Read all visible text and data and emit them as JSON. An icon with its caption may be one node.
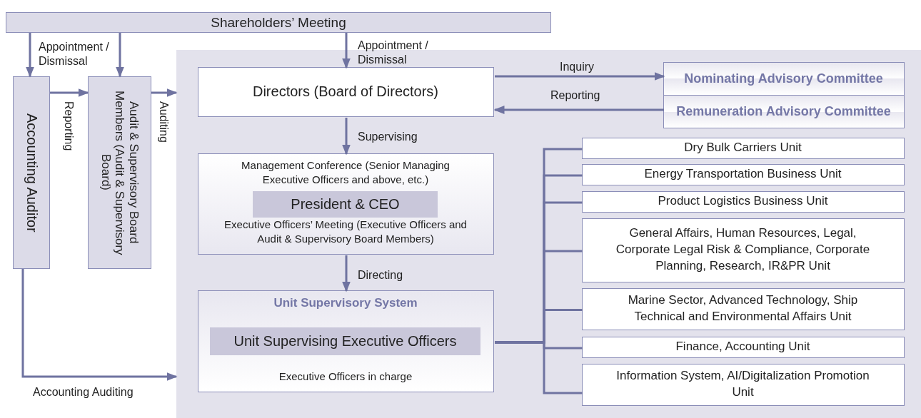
{
  "diagram": {
    "nodes": [
      {
        "text": [
          "Shareholders’ Meeting"
        ]
      },
      {
        "text": [],
        "shape": "box"
      },
      {
        "text": [
          "Accounting Auditor"
        ]
      },
      {
        "text": [
          "Audit & Supervisory Board Members (Audit & Supervisory Board)"
        ]
      },
      {
        "text": [
          "Directors (Board of Directors)"
        ],
        "in": 1
      },
      {
        "text": [
          "Nominating Advisory Committee"
        ],
        "in": 1
      },
      {
        "text": [
          "Remuneration Advisory Committee"
        ],
        "in": 1
      },
      {
        "text": [
          "Management Conference (Senior Managing Executive Officers and above, etc.)",
          "Executive Officers’ Meeting (Executive Officers and Audit & Supervisory Board Members)"
        ],
        "in": 1
      },
      {
        "text": [
          "President & CEO"
        ],
        "in": 7
      },
      {
        "text": [
          "Unit Supervisory System",
          "Executive Officers in charge"
        ],
        "in": 1
      },
      {
        "text": [
          "Unit Supervising Executive Officers"
        ],
        "in": 9
      },
      {
        "text": [
          "Dry Bulk Carriers Unit"
        ],
        "in": 1
      },
      {
        "text": [
          "Energy Transportation Business Unit"
        ],
        "in": 1
      },
      {
        "text": [
          "Product Logistics Business Unit"
        ],
        "in": 1
      },
      {
        "text": [
          "General Affairs, Human Resources, Legal, Corporate Legal Risk & Compliance, Corporate Planning, Research, IR&PR Unit"
        ],
        "in": 1
      },
      {
        "text": [
          "Marine Sector, Advanced Technology, Ship Technical and Environmental Affairs Unit"
        ],
        "in": 1
      },
      {
        "text": [
          "Finance, Accounting Unit"
        ],
        "in": 1
      },
      {
        "text": [
          "Information System, AI/Digitalization Promotion Unit"
        ],
        "in": 1
      }
    ],
    "edges": [
      {
        "from": 0,
        "to": 2,
        "arrow": "to",
        "label": "Appointment / Dismissal"
      },
      {
        "from": 0,
        "to": 3,
        "arrow": "to"
      },
      {
        "from": 0,
        "to": 4,
        "arrow": "to",
        "label": "Appointment / Dismissal"
      },
      {
        "from": 2,
        "to": 3,
        "arrow": "to",
        "label": "Reporting"
      },
      {
        "from": 3,
        "to": 1,
        "arrow": "to",
        "label": "Auditing"
      },
      {
        "from": 2,
        "to": 1,
        "arrow": "to",
        "label": "Accounting Auditing"
      },
      {
        "from": 4,
        "to": 5,
        "arrow": "to",
        "label": "Inquiry"
      },
      {
        "from": 6,
        "to": 4,
        "arrow": "to",
        "label": "Reporting"
      },
      {
        "from": 4,
        "to": 7,
        "arrow": "to",
        "label": "Supervising"
      },
      {
        "from": 7,
        "to": 9,
        "arrow": "to",
        "label": "Directing"
      },
      {
        "from": 9,
        "to": 11,
        "arrow": "none"
      },
      {
        "from": 9,
        "to": 12,
        "arrow": "none"
      },
      {
        "from": 9,
        "to": 13,
        "arrow": "none"
      },
      {
        "from": 9,
        "to": 14,
        "arrow": "none"
      },
      {
        "from": 9,
        "to": 15,
        "arrow": "none"
      },
      {
        "from": 9,
        "to": 16,
        "arrow": "none"
      },
      {
        "from": 9,
        "to": 17,
        "arrow": "none"
      }
    ]
  }
}
